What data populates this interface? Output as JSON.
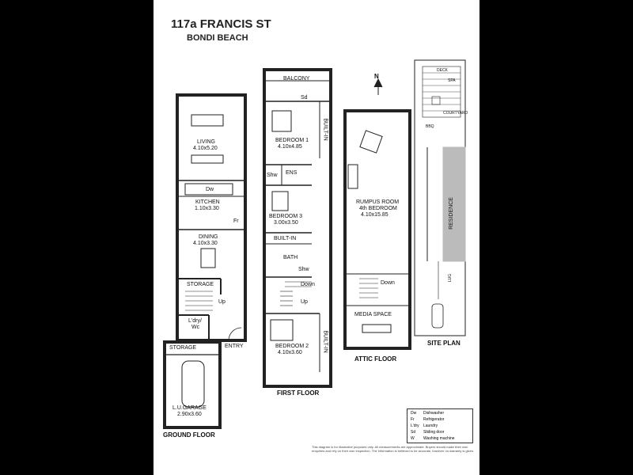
{
  "header": {
    "address": "117a FRANCIS ST",
    "suburb": "BONDI BEACH"
  },
  "compass": {
    "north": "N"
  },
  "ground_floor": {
    "title": "GROUND FLOOR",
    "rooms": {
      "living": {
        "name": "LIVING",
        "dims": "4.10x5.20"
      },
      "dw": "Dw",
      "kitchen": {
        "name": "KITCHEN",
        "dims": "1.10x3.30"
      },
      "fr": "Fr",
      "dining": {
        "name": "DINING",
        "dims": "4.10x3.30"
      },
      "storage_upper": "STORAGE",
      "up": "Up",
      "ldry": "L'dry/",
      "wc": "Wc",
      "entry": "ENTRY",
      "storage_lower": "STORAGE",
      "garage": {
        "name": "L.U.GARAGE",
        "dims": "2.90x3.60"
      }
    }
  },
  "first_floor": {
    "title": "FIRST FLOOR",
    "rooms": {
      "balcony": "BALCONY",
      "sd": "Sd",
      "builtin_top": "BUILT-IN",
      "bedroom1": {
        "name": "BEDROOM 1",
        "dims": "4.10x4.85"
      },
      "shw1": "Shw",
      "ens": "ENS",
      "bedroom3": {
        "name": "BEDROOM 3",
        "dims": "3.00x3.50"
      },
      "builtin_mid": "BUILT-IN",
      "bath": "BATH",
      "shw2": "Shw",
      "down": "Down",
      "up": "Up",
      "builtin_bottom": "BUILT-IN",
      "bedroom2": {
        "name": "BEDROOM 2",
        "dims": "4.10x3.60"
      }
    }
  },
  "attic_floor": {
    "title": "ATTIC FLOOR",
    "rooms": {
      "rumpus": {
        "name": "RUMPUS ROOM",
        "sub": "4th BEDROOM",
        "dims": "4.10x15.85"
      },
      "down": "Down",
      "media": "MEDIA SPACE"
    }
  },
  "site_plan": {
    "title": "SITE PLAN",
    "deck": "DECK",
    "spa": "SPA",
    "courtyard": "COURTYARD",
    "bbq": "BBQ",
    "residence": "RESIDENCE",
    "lug": "LUG"
  },
  "legend": [
    {
      "key": "Dw",
      "value": "Dishwasher"
    },
    {
      "key": "Fr",
      "value": "Refrigerator"
    },
    {
      "key": "L'dry",
      "value": "Laundry"
    },
    {
      "key": "Sd",
      "value": "Sliding door"
    },
    {
      "key": "W",
      "value": "Washing machine"
    }
  ],
  "disclaimer": "This diagram is for illustrative purposes only. All measurements are approximate. Buyers should make their own enquiries and rely on their own inspection. The information is believed to be accurate; however no warranty is given."
}
